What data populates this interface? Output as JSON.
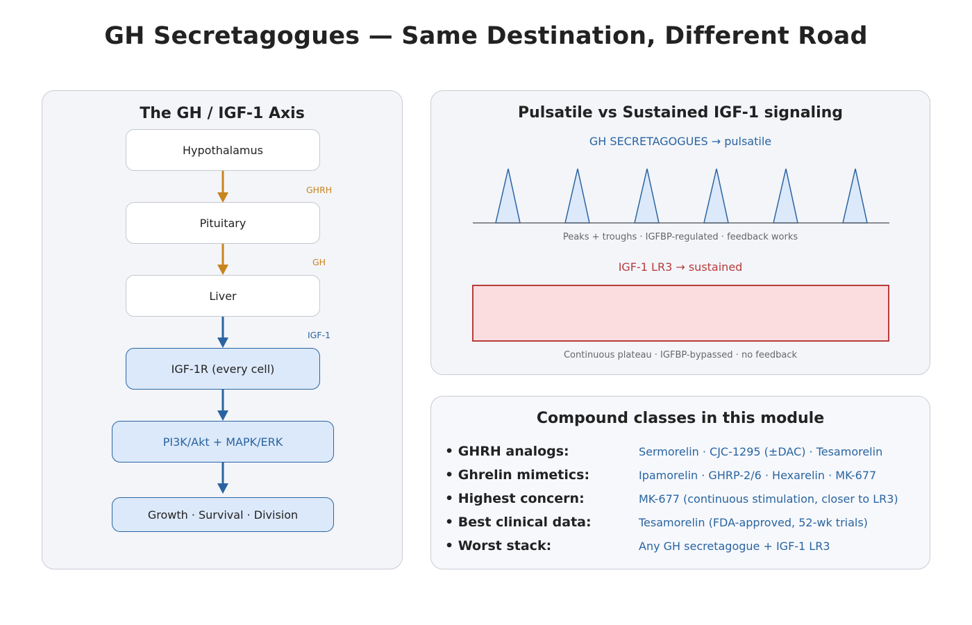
{
  "title": "GH Secretagogues — Same Destination, Different Road",
  "colors": {
    "blue": "#2a64a0",
    "gold": "#c8841e",
    "red": "#b83c3c",
    "light_blue": "#dce9fa",
    "light_red": "#fbdde0"
  },
  "axis": {
    "title": "The GH / IGF-1 Axis",
    "nodes": [
      "Hypothalamus",
      "Pituitary",
      "Liver",
      "IGF-1R (every cell)",
      "PI3K/Akt + MAPK/ERK",
      "Growth · Survival · Division"
    ],
    "arrow_labels": [
      "GHRH",
      "GH",
      "IGF-1"
    ]
  },
  "signaling": {
    "title": "Pulsatile vs Sustained IGF-1 signaling",
    "pulsatile_label": "GH SECRETAGOGUES → pulsatile",
    "pulsatile_note": "Peaks + troughs · IGFBP-regulated · feedback works",
    "sustained_label": "IGF-1 LR3 → sustained",
    "sustained_note": "Continuous plateau · IGFBP-bypassed · no feedback"
  },
  "classes": {
    "title": "Compound classes in this module",
    "rows": [
      {
        "label": "• GHRH analogs:",
        "value": "Sermorelin · CJC-1295 (±DAC) · Tesamorelin"
      },
      {
        "label": "• Ghrelin mimetics:",
        "value": "Ipamorelin · GHRP-2/6 · Hexarelin · MK-677"
      },
      {
        "label": "• Highest concern:",
        "value": "MK-677 (continuous stimulation, closer to LR3)"
      },
      {
        "label": "• Best clinical data:",
        "value": "Tesamorelin (FDA-approved, 52-wk trials)"
      },
      {
        "label": "• Worst stack:",
        "value": "Any GH secretagogue + IGF-1 LR3"
      }
    ]
  }
}
